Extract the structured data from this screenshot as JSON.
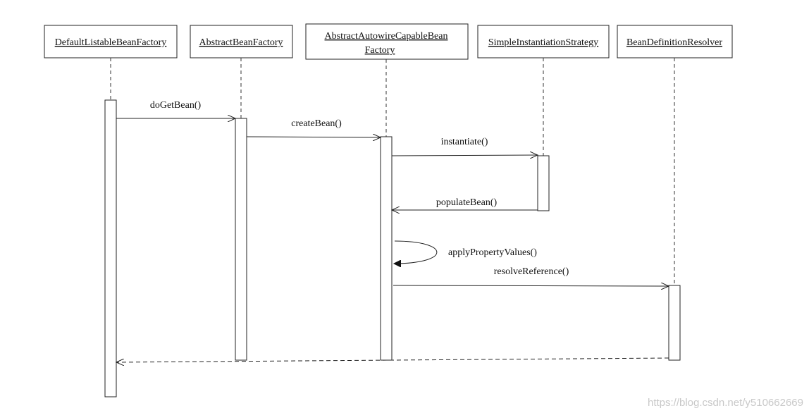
{
  "diagram": {
    "type": "sequence",
    "participants": [
      {
        "id": "p1",
        "name": "DefaultListableBeanFactory"
      },
      {
        "id": "p2",
        "name": "AbstractBeanFactory"
      },
      {
        "id": "p3",
        "name_line1": "AbstractAutowireCapableBean",
        "name_line2": "Factory"
      },
      {
        "id": "p4",
        "name": "SimpleInstantiationStrategy"
      },
      {
        "id": "p5",
        "name": "BeanDefinitionResolver"
      }
    ],
    "messages": [
      {
        "id": "m1",
        "from": "p1",
        "to": "p2",
        "label": "doGetBean()",
        "kind": "call"
      },
      {
        "id": "m2",
        "from": "p2",
        "to": "p3",
        "label": "createBean()",
        "kind": "call"
      },
      {
        "id": "m3",
        "from": "p3",
        "to": "p4",
        "label": "instantiate()",
        "kind": "call"
      },
      {
        "id": "m4",
        "from": "p4",
        "to": "p3",
        "label": "populateBean()",
        "kind": "call"
      },
      {
        "id": "m5",
        "from": "p3",
        "to": "p3",
        "label": "applyPropertyValues()",
        "kind": "self"
      },
      {
        "id": "m6",
        "from": "p3",
        "to": "p5",
        "label": "resolveReference()",
        "kind": "call"
      },
      {
        "id": "m7",
        "from": "p5",
        "to": "p1",
        "label": "",
        "kind": "return"
      }
    ]
  },
  "watermark": "https://blog.csdn.net/y510662669"
}
